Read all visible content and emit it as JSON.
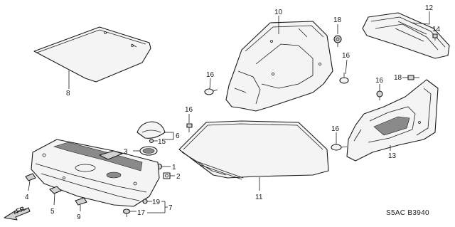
{
  "diagram": {
    "callouts": {
      "c1": "1",
      "c2": "2",
      "c3": "3",
      "c4": "4",
      "c5": "5",
      "c6": "6",
      "c7": "7",
      "c8": "8",
      "c9": "9",
      "c10": "10",
      "c11": "11",
      "c12": "12",
      "c13": "13",
      "c14": "14",
      "c15": "15",
      "c16a": "16",
      "c16b": "16",
      "c16c": "16",
      "c16d": "16",
      "c16e": "16",
      "c17": "17",
      "c18a": "18",
      "c18b": "18",
      "c19": "19"
    },
    "direction_label": "FR.",
    "diagram_code": "S5AC B3940"
  }
}
